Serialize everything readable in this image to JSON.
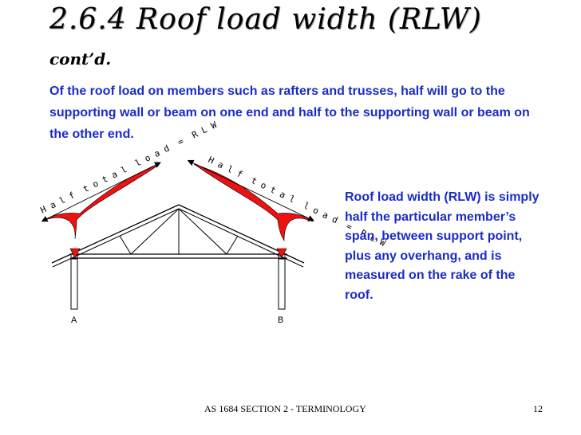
{
  "heading": {
    "title": "2.6.4  Roof load width (RLW)",
    "continued": "cont’d."
  },
  "intro_text": "Of the roof load on members such as rafters and trusses, half will go to the supporting wall or beam on one end and half to the supporting wall or beam on the other end.",
  "definition_text": "Roof load width (RLW) is simply half the particular member’s span, between support point, plus any overhang, and is measured on the rake of the roof.",
  "diagram": {
    "left_dimension_label": "H a l f  t o t a l  l o a d  =  R L W",
    "right_dimension_label": "H a l f  t o t a l  l o a d  =  R L W",
    "support_a_label": "A",
    "support_b_label": "B",
    "load_color": "#ee1111"
  },
  "footer": {
    "text": "AS 1684  SECTION 2 - TERMINOLOGY",
    "page_number": "12"
  }
}
